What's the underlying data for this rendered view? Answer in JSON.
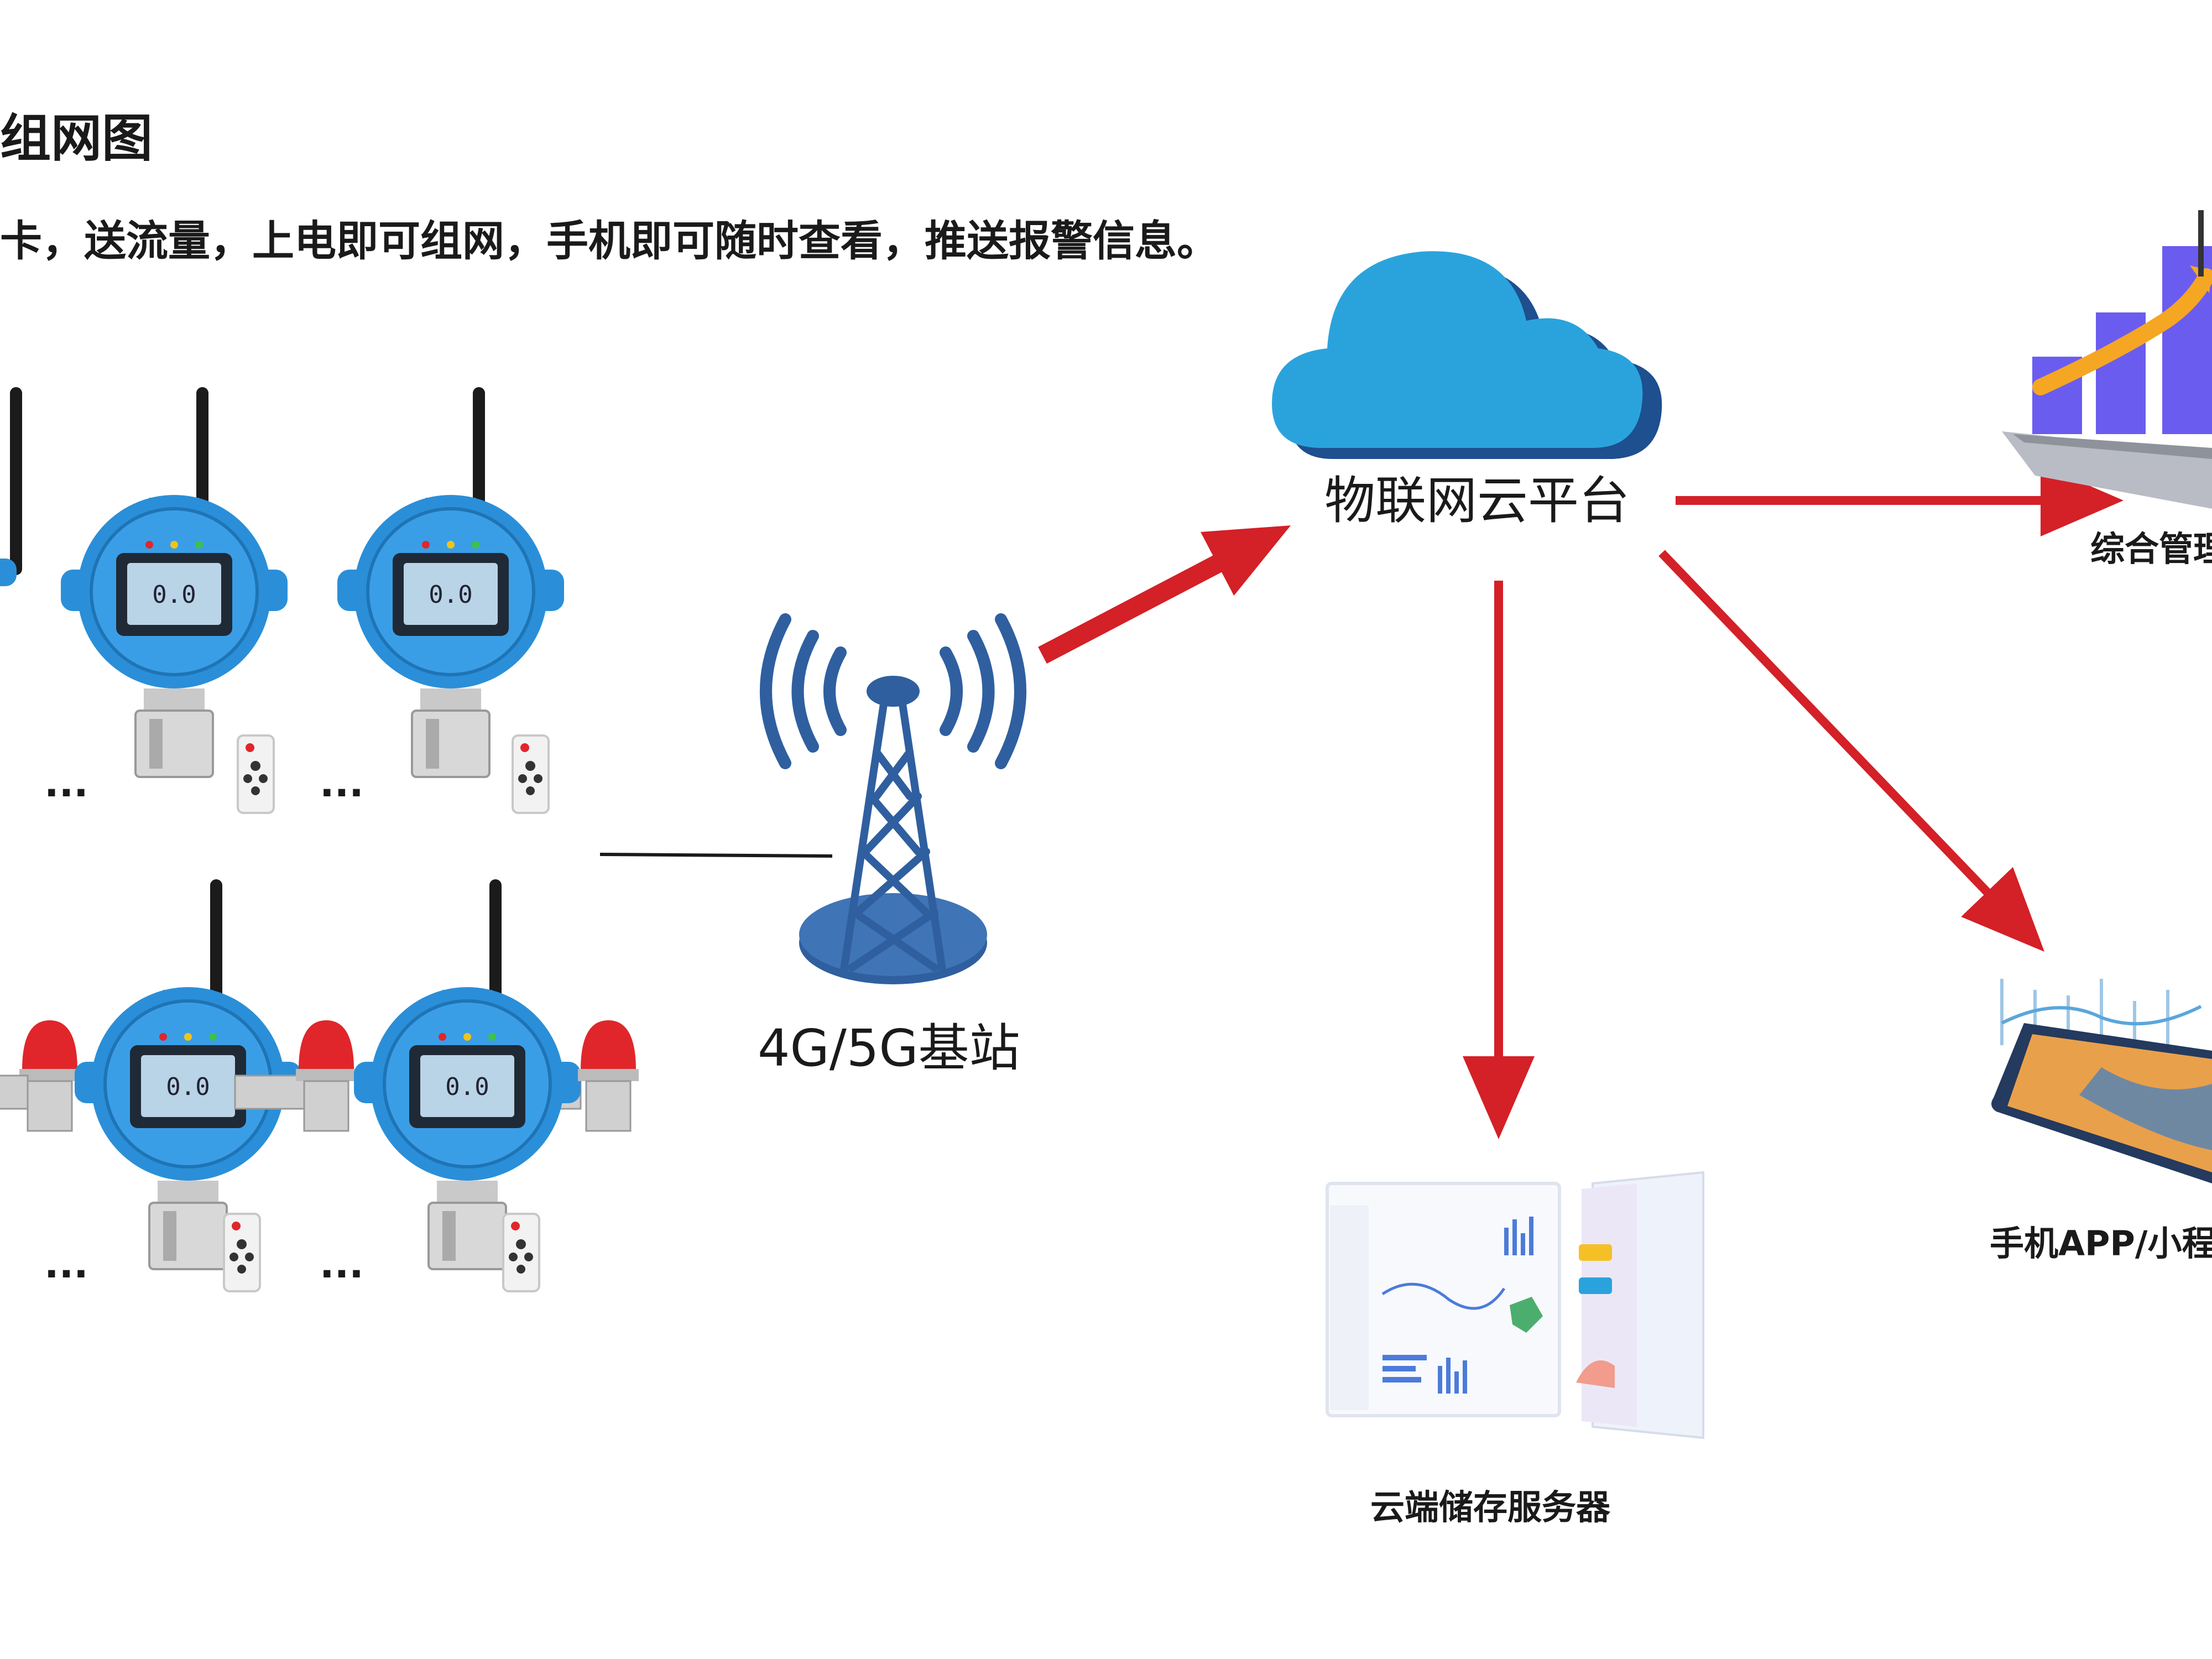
{
  "title": "组网图",
  "subtitle": "卡，送流量，上电即可组网，手机即可随时查看，推送报警信息。",
  "cloud": {
    "label": "物联网云平台",
    "icon": "cloud-icon"
  },
  "base_station": {
    "label": "4G/5G基站",
    "icon": "cell-tower-icon"
  },
  "outputs": {
    "management": {
      "label": "综合管理",
      "icon": "laptop-chart-icon"
    },
    "mobile_app": {
      "label": "手机APP/小程",
      "icon": "smartphone-icon"
    },
    "server": {
      "label": "云端储存服务器",
      "icon": "dashboard-screens-icon"
    }
  },
  "detectors": {
    "ellipsis": "...",
    "lcd_reading": "0.0",
    "icon": "gas-detector-icon"
  },
  "colors": {
    "arrow": "#d42027",
    "detector_blue": "#2a8fd8",
    "cloud_light": "#2aa3dc",
    "cloud_dark": "#1e4f8f",
    "tower": "#2f5f9f",
    "alarm_red": "#e0262b"
  }
}
